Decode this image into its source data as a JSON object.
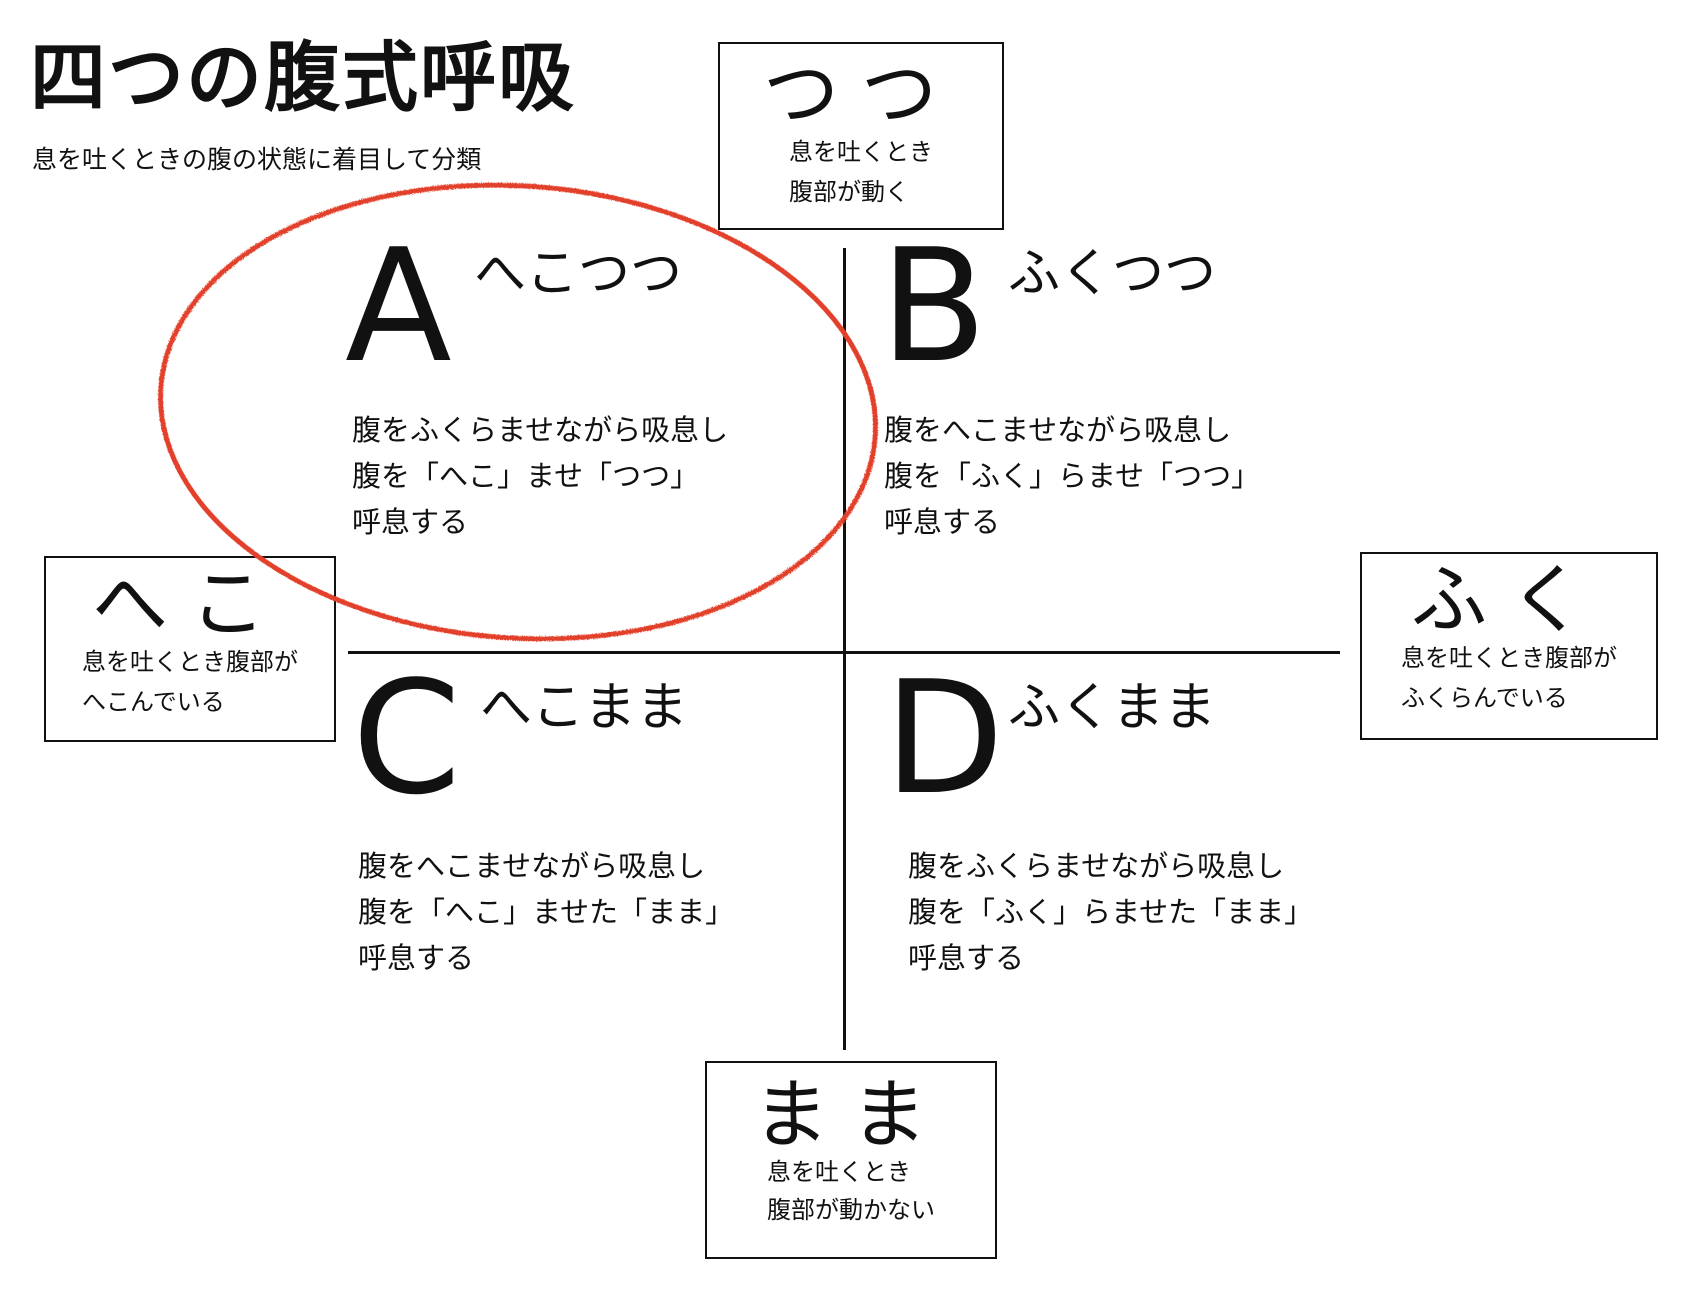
{
  "header": {
    "title": "四つの腹式呼吸",
    "subtitle": "息を吐くときの腹の状態に着目して分類"
  },
  "axes": {
    "top": {
      "big": "つつ",
      "desc_lines": [
        "息を吐くとき",
        "腹部が動く"
      ]
    },
    "left": {
      "big": "へこ",
      "desc_lines": [
        "息を吐くとき腹部が",
        "へこんでいる"
      ]
    },
    "right": {
      "big": "ふく",
      "desc_lines": [
        "息を吐くとき腹部が",
        "ふくらんでいる"
      ]
    },
    "bottom": {
      "big": "まま",
      "desc_lines": [
        "息を吐くとき",
        "腹部が動かない"
      ]
    }
  },
  "quadrants": {
    "a": {
      "letter": "A",
      "name": "へこつつ",
      "lines": [
        "腹をふくらませながら吸息し",
        "腹を「へこ」ませ「つつ」",
        "呼息する"
      ]
    },
    "b": {
      "letter": "B",
      "name": "ふくつつ",
      "lines": [
        "腹をへこませながら吸息し",
        "腹を「ふく」らませ「つつ」",
        "呼息する"
      ]
    },
    "c": {
      "letter": "C",
      "name": "へこまま",
      "lines": [
        "腹をへこませながら吸息し",
        "腹を「へこ」ませた「まま」",
        "呼息する"
      ]
    },
    "d": {
      "letter": "D",
      "name": "ふくまま",
      "lines": [
        "腹をふくらませながら吸息し",
        "腹を「ふく」らませた「まま」",
        "呼息する"
      ]
    }
  },
  "highlight": {
    "target_quadrant": "A",
    "color": "#e2412b"
  }
}
